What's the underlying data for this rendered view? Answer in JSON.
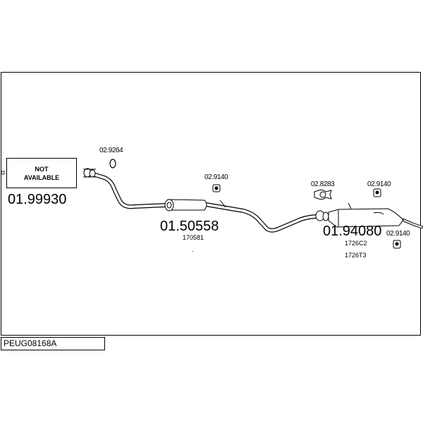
{
  "diagram": {
    "code": "PEUG08168A",
    "front_pipe": {
      "status_line1": "NOT",
      "status_line2": "AVAILABLE",
      "part_number": "01.99930"
    },
    "middle_section": {
      "part_number": "01.50558",
      "oem_ref": "170581",
      "dot": "."
    },
    "rear_section": {
      "part_number": "01.94080",
      "oem_ref_1": "1726C2",
      "oem_ref_2": "1726T3"
    },
    "accessories": {
      "gasket": "02.9264",
      "hanger_middle": "02.9140",
      "clamp": "02.8283",
      "hanger_rear_1": "02.9140",
      "hanger_rear_2": "02.9140"
    }
  }
}
